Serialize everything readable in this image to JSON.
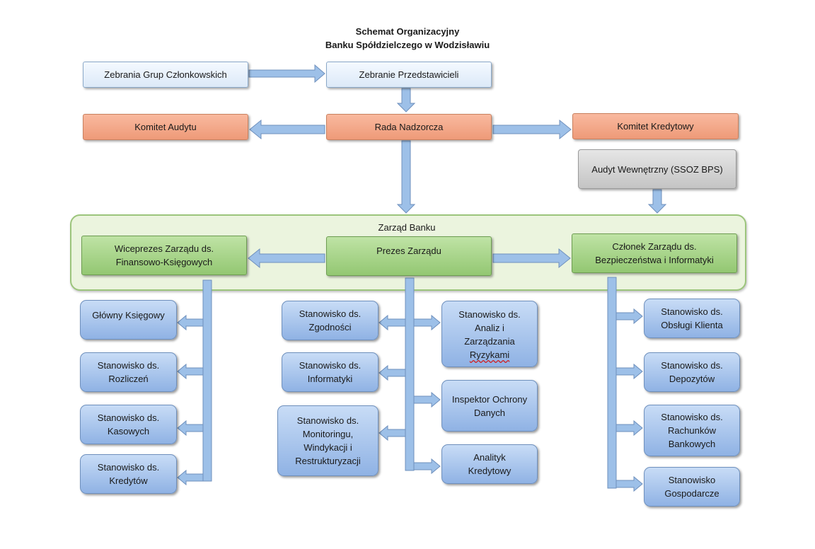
{
  "title": {
    "line1": "Schemat  Organizacyjny",
    "line2": "Banku Spółdzielczego w Wodzisławiu"
  },
  "top": {
    "zebrania_grup": "Zebrania Grup Członkowskich",
    "zebranie_przedstawicieli": "Zebranie Przedstawicieli"
  },
  "rada": {
    "komitet_audytu": "Komitet Audytu",
    "rada_nadzorcza": "Rada Nadzorcza",
    "komitet_kredytowy": "Komitet Kredytowy",
    "audyt_wewnetrzny": "Audyt Wewnętrzny (SSOZ BPS)"
  },
  "zarzad": {
    "label": "Zarząd Banku",
    "wiceprezes": "Wiceprezes Zarządu ds. Finansowo-Księgowych",
    "prezes": "Prezes Zarządu",
    "czlonek": "Członek Zarządu ds. Bezpieczeństwa i Informatyki"
  },
  "left_column": [
    "Główny Księgowy",
    "Stanowisko ds. Rozliczeń",
    "Stanowisko ds. Kasowych",
    "Stanowisko ds. Kredytów"
  ],
  "center_left_column": [
    "Stanowisko ds. Zgodności",
    "Stanowisko ds. Informatyki",
    "Stanowisko ds. Monitoringu, Windykacji i Restrukturyzacji"
  ],
  "center_right_column": {
    "analiz_prefix": "Stanowisko ds. Analiz i Zarządzania",
    "analiz_suffix": "Ryzykami",
    "inspektor": "Inspektor Ochrony Danych",
    "analityk": "Analityk Kredytowy"
  },
  "right_column": [
    "Stanowisko ds. Obsługi Klienta",
    "Stanowisko ds. Depozytów",
    "Stanowisko ds. Rachunków Bankowych",
    "Stanowisko Gospodarcze"
  ],
  "colors": {
    "connector_fill": "#9dc0e8",
    "connector_stroke": "#6f90bd",
    "orange": "#ee9a78",
    "green": "#93c772",
    "blue": "#8fb2e4",
    "grey": "#c4c4c4"
  }
}
